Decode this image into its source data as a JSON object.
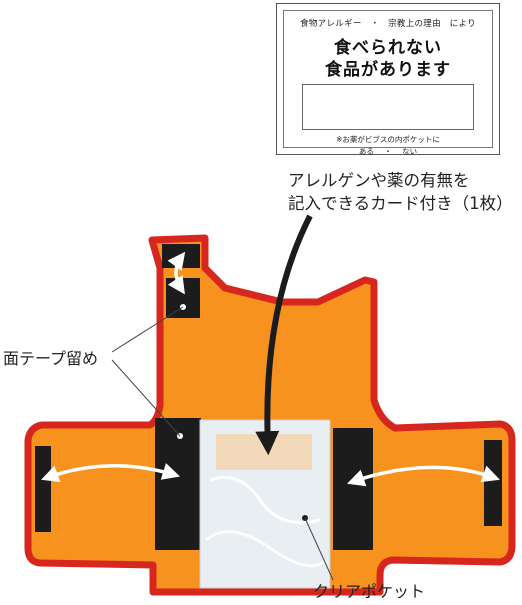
{
  "card": {
    "header": "食物アレルギー　・　宗教上の理由　により",
    "title_line1": "食べられない",
    "title_line2": "食品があります",
    "note": "※お薬がビブスの内ポケットに",
    "choice_yes": "ある",
    "choice_sep": "・",
    "choice_no": "ない"
  },
  "captions": {
    "card_line1": "アレルゲンや薬の有無を",
    "card_line2": "記入できるカード付き（1枚）",
    "velcro": "面テープ留め",
    "pocket": "クリアポケット"
  },
  "colors": {
    "vest_orange": "#f7921e",
    "trim_red": "#d7261d",
    "velcro_black": "#1c1c1c",
    "pocket_clear": "#e9eef2"
  }
}
